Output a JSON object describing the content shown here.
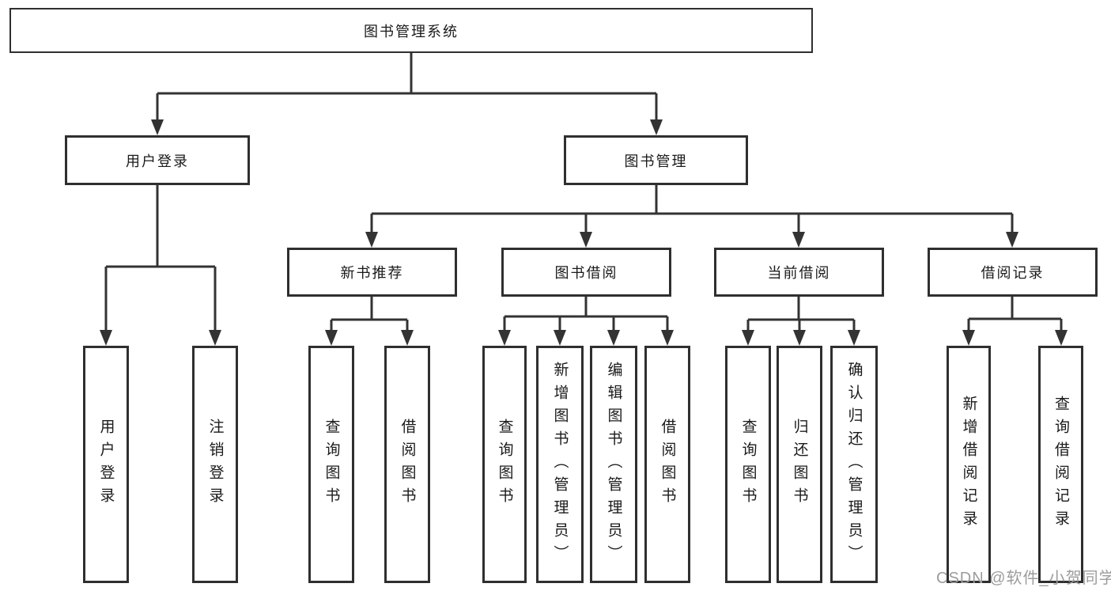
{
  "colors": {
    "background": "#ffffff",
    "line": "#333333",
    "box_border": "#2f2f2f",
    "text": "#1a1a1a",
    "watermark": "#9c9c9c"
  },
  "nodes": {
    "root": {
      "label": "图书管理系统"
    },
    "user_login": {
      "label": "用户登录"
    },
    "book_management": {
      "label": "图书管理"
    },
    "user_login_leaf": {
      "label": "用户登录"
    },
    "logout_leaf": {
      "label": "注销登录"
    },
    "new_book_recommend": {
      "label": "新书推荐"
    },
    "book_borrow": {
      "label": "图书借阅"
    },
    "current_borrow": {
      "label": "当前借阅"
    },
    "borrow_records": {
      "label": "借阅记录"
    },
    "nb_query_books": {
      "label": "查询图书"
    },
    "nb_borrow_books": {
      "label": "借阅图书"
    },
    "bb_query_books": {
      "label": "查询图书"
    },
    "bb_add_books": {
      "label": "新增图书（管理员）"
    },
    "bb_edit_books": {
      "label": "编辑图书（管理员）"
    },
    "bb_borrow_books": {
      "label": "借阅图书"
    },
    "cb_query_books": {
      "label": "查询图书"
    },
    "cb_return_books": {
      "label": "归还图书"
    },
    "cb_confirm_return": {
      "label": "确认归还（管理员）"
    },
    "br_add_record": {
      "label": "新增借阅记录"
    },
    "br_query_record": {
      "label": "查询借阅记录"
    }
  },
  "watermark": {
    "text": "CSDN @软件_小贺同学"
  }
}
